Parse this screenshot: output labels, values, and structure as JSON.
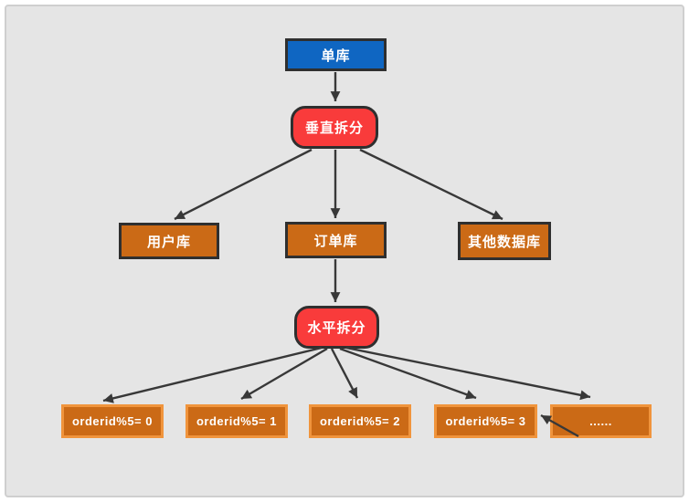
{
  "diagram": {
    "description": "database sharding flowchart",
    "colors": {
      "single_db_fill": "#0F66C2",
      "split_node_fill": "#F93B3B",
      "db_node_fill": "#CB6A16",
      "shard_border": "#F0943C",
      "dark_border": "#2F2F2F",
      "arrow": "#383838",
      "canvas_bg": "#E5E5E5",
      "canvas_border": "#CFCFCF"
    },
    "nodes": {
      "root": {
        "label": "单库"
      },
      "vertical_split": {
        "label": "垂直拆分"
      },
      "user_db": {
        "label": "用户库"
      },
      "order_db": {
        "label": "订单库"
      },
      "other_db": {
        "label": "其他数据库"
      },
      "horizontal_split": {
        "label": "水平拆分"
      },
      "shards": [
        {
          "label": "orderid%5= 0"
        },
        {
          "label": "orderid%5= 1"
        },
        {
          "label": "orderid%5= 2"
        },
        {
          "label": "orderid%5= 3"
        },
        {
          "label": "......"
        }
      ]
    }
  }
}
